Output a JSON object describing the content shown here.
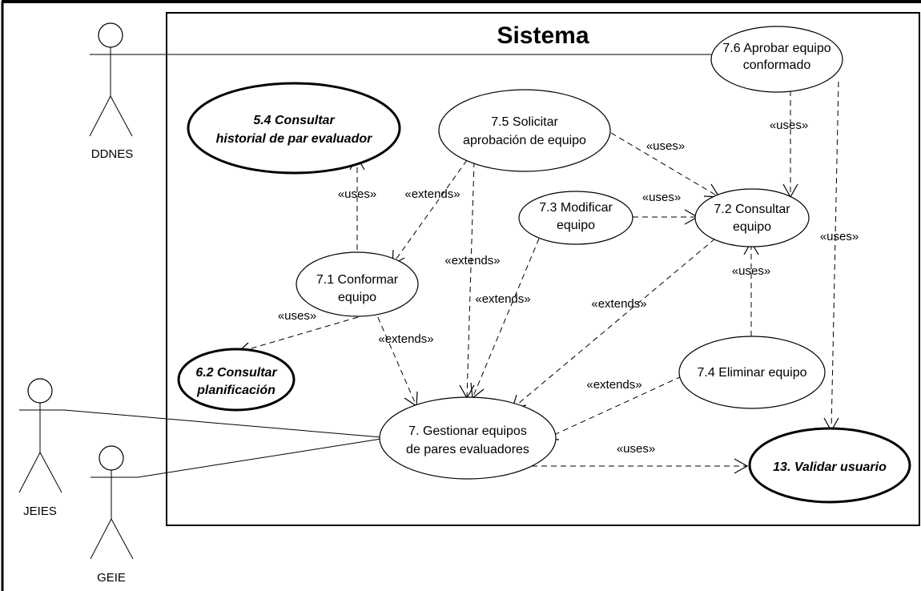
{
  "system": {
    "title": "Sistema"
  },
  "actors": {
    "ddnes": "DDNES",
    "jeies": "JEIES",
    "geie": "GEIE"
  },
  "use_cases": {
    "uc76": [
      "7.6 Aprobar equipo",
      "conformado"
    ],
    "uc54": [
      "5.4 Consultar",
      "historial de par evaluador"
    ],
    "uc75": [
      "7.5 Solicitar",
      "aprobación de equipo"
    ],
    "uc73": [
      "7.3 Modificar",
      "equipo"
    ],
    "uc72": [
      "7.2 Consultar",
      "equipo"
    ],
    "uc71": [
      "7.1 Conformar",
      "equipo"
    ],
    "uc62": [
      "6.2 Consultar",
      "planificación"
    ],
    "uc74": [
      "7.4 Eliminar equipo"
    ],
    "uc7": [
      "7. Gestionar equipos",
      "de pares evaluadores"
    ],
    "uc13": [
      "13. Validar usuario"
    ]
  },
  "relations": {
    "uses": "«uses»",
    "extends": "«extends»"
  }
}
